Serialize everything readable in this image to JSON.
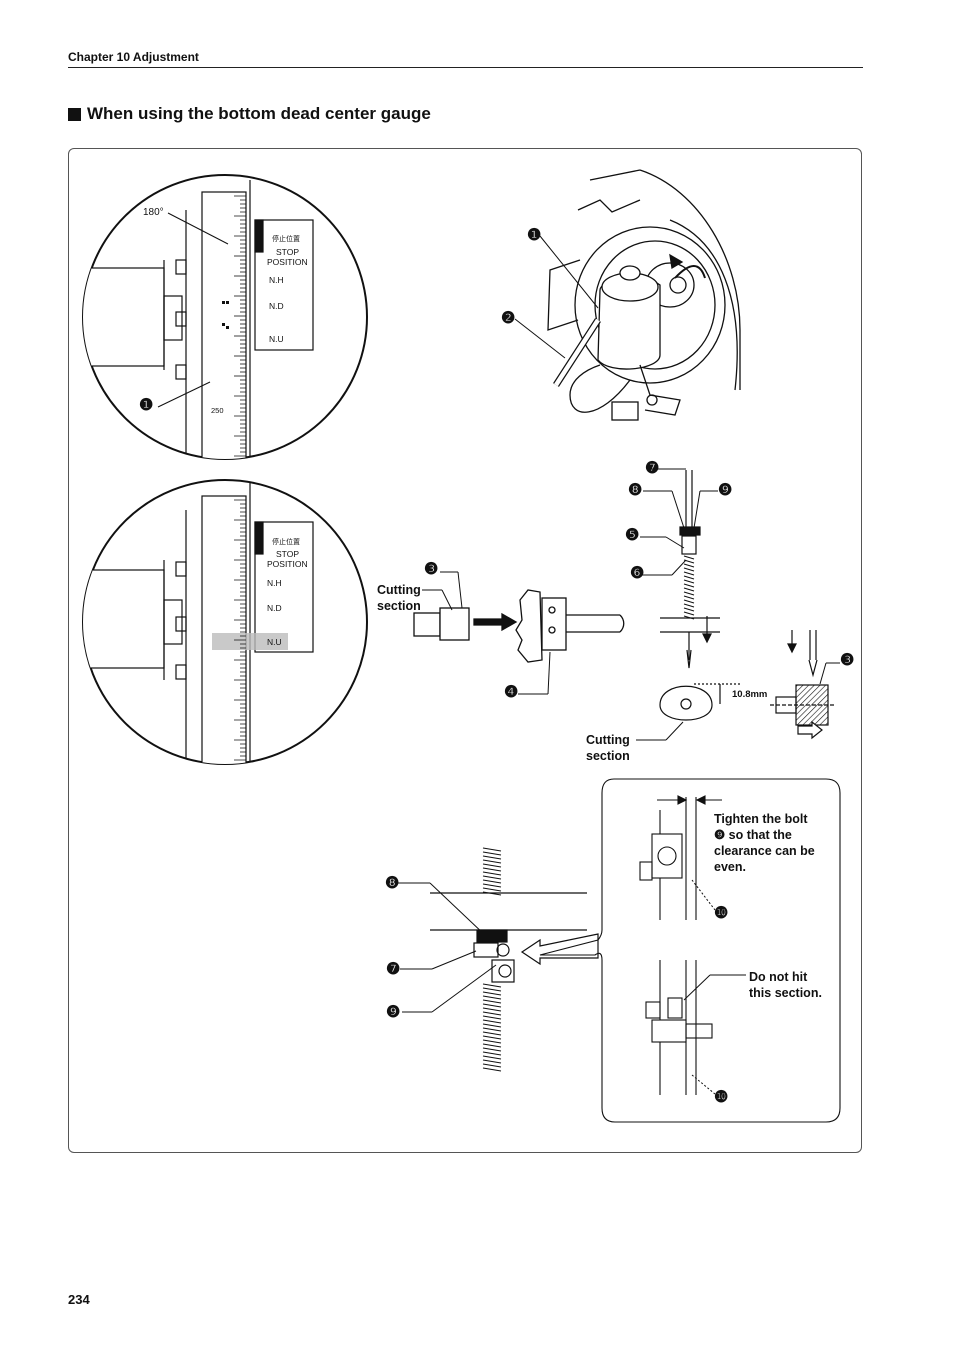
{
  "header": {
    "chapter": "Chapter 10  Adjustment"
  },
  "section": {
    "title": "When using the bottom dead center gauge"
  },
  "gauge_top": {
    "degree_label": "180°",
    "scale_label": "250",
    "panel_kanji": "停止位置",
    "panel_title_1": "STOP",
    "panel_title_2": "POSITION",
    "positions": [
      "N.H",
      "N.D",
      "N.U"
    ]
  },
  "gauge_bottom": {
    "panel_kanji": "停止位置",
    "panel_title_1": "STOP",
    "panel_title_2": "POSITION",
    "positions": [
      "N.H",
      "N.D",
      "N.U"
    ]
  },
  "labels": {
    "cutting_section_1": "Cutting\nsection",
    "cutting_section_2": "Cutting\nsection",
    "dimension": "10.8mm",
    "tighten_note": "Tighten the bolt\n❾ so that the\nclearance can be\neven.",
    "do_not_hit": "Do not hit\nthis section."
  },
  "callouts": {
    "n1": "❶",
    "n2": "❷",
    "n3": "❸",
    "n4": "❹",
    "n5": "❺",
    "n6": "❻",
    "n7": "❼",
    "n8": "❽",
    "n9": "❾",
    "n10": "❿"
  },
  "footer": {
    "page_number": "234"
  }
}
